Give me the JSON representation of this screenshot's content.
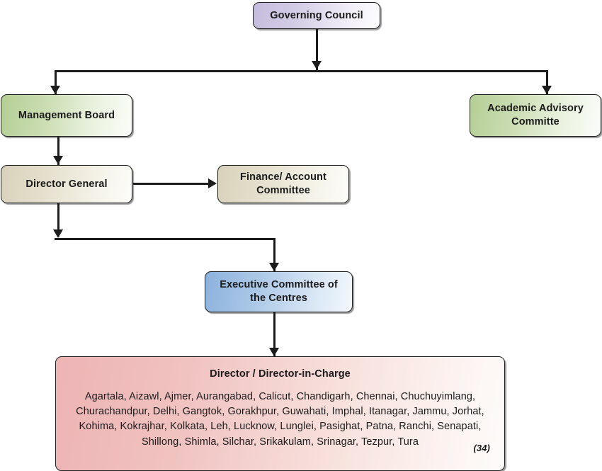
{
  "chart": {
    "type": "organization-chart",
    "title": "",
    "background_color": "#ffffff",
    "connector_color": "#1c1c1c"
  },
  "nodes": {
    "governing_council": {
      "label": "Governing Council",
      "color": "#c5bcdc"
    },
    "management_board": {
      "label": "Management Board",
      "color": "#b4ce95"
    },
    "academic_advisory_committee": {
      "label": "Academic Advisory Committe",
      "color": "#b4ce95"
    },
    "director_general": {
      "label": "Director General",
      "color": "#d8d2bb"
    },
    "finance_account_committee": {
      "label": "Finance/ Account Committee",
      "color": "#d8d2bb"
    },
    "executive_committee": {
      "label": "Executive Committee of the Centres",
      "color": "#8cb2dd"
    },
    "directors": {
      "title": "Director / Director-in-Charge",
      "locations": "Agartala, Aizawl, Ajmer, Aurangabad, Calicut, Chandigarh, Chennai, Chuchuyimlang, Churachandpur, Delhi, Gangtok, Gorakhpur, Guwahati, Imphal, Itanagar, Jammu, Jorhat, Kohima, Kokrajhar, Kolkata, Leh, Lucknow, Lunglei, Pasighat, Patna, Ranchi, Senapati, Shillong, Shimla, Silchar, Srikakulam, Srinagar, Tezpur, Tura",
      "count": "(34)",
      "color": "#edb4b4"
    }
  }
}
